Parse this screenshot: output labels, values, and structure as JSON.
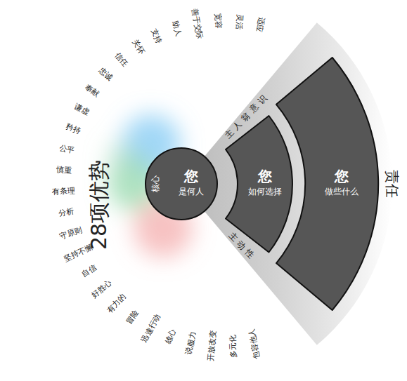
{
  "diagram": {
    "nodes": [
      {
        "text": [
          "主人翁意识",
          "主动性"
        ]
      },
      {
        "text": [
          "核心",
          "您",
          "是何人"
        ],
        "in": 0
      },
      {
        "text": [
          "您",
          "如何选择"
        ],
        "in": 0
      },
      {
        "text": [
          "您",
          "做些什么"
        ],
        "in": 0
      }
    ],
    "edges": [
      {
        "from": 1,
        "to": 2,
        "arrow": "to"
      },
      {
        "from": 2,
        "to": 3,
        "arrow": "to"
      }
    ],
    "labels": [
      "适应",
      "灵活",
      "宽容",
      "善于交际",
      "助人",
      "支持",
      "关怀",
      "信任",
      "忠诚",
      "奉献",
      "谦虚",
      "矜持",
      "公平",
      "慎重",
      "有条理",
      "分析",
      "守原则",
      "坚持不懈",
      "自信",
      "好胜心",
      "有力的",
      "冒险",
      "迅速行动",
      "雄心",
      "说服力",
      "开放改变",
      "多元化",
      "包容他人",
      "28项优势",
      "责任"
    ]
  }
}
